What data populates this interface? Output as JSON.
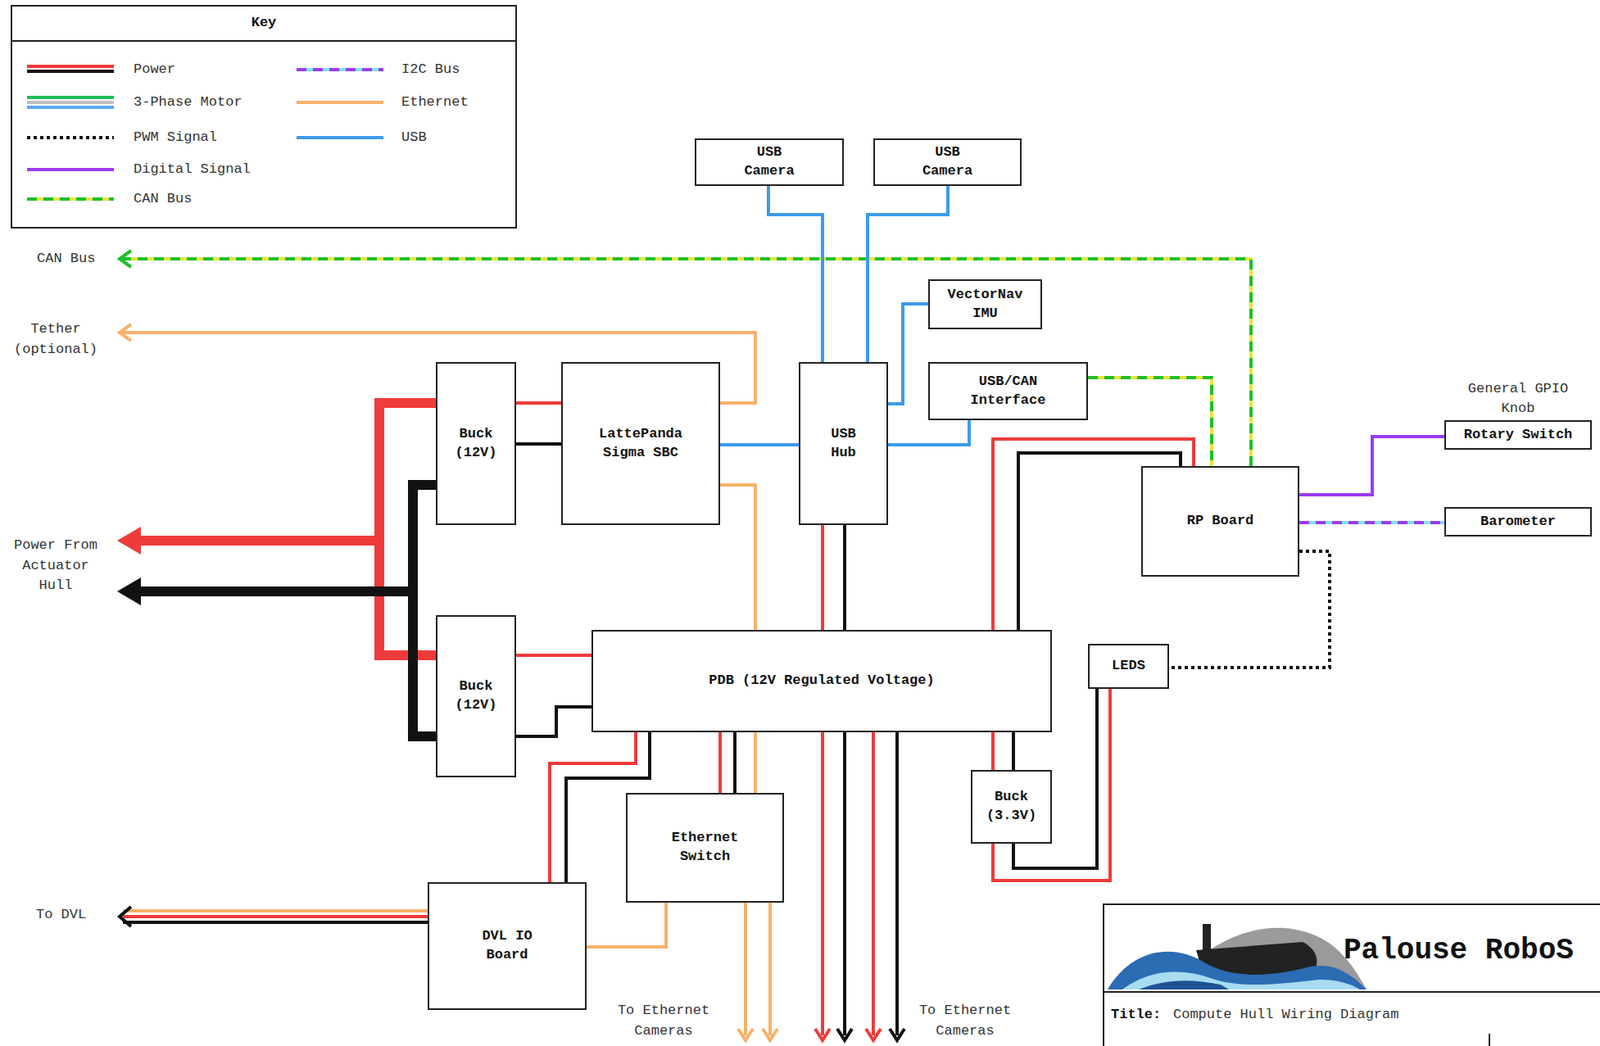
{
  "diagram": {
    "title": "Compute Hull Wiring Diagram",
    "nodes": [
      {
        "text": [
          "USB Camera"
        ]
      },
      {
        "text": [
          "USB Camera"
        ]
      },
      {
        "text": [
          "VectorNav IMU"
        ]
      },
      {
        "text": [
          "Buck (12V)"
        ]
      },
      {
        "text": [
          "LattePanda Sigma SBC"
        ]
      },
      {
        "text": [
          "USB Hub"
        ]
      },
      {
        "text": [
          "USB/CAN Interface"
        ]
      },
      {
        "text": [
          "General GPIO Knob",
          "Rotary Switch"
        ]
      },
      {
        "text": [
          "RP Board"
        ]
      },
      {
        "text": [
          "Barometer"
        ]
      },
      {
        "text": [
          "LEDS"
        ]
      },
      {
        "text": [
          "Buck (12V)"
        ]
      },
      {
        "text": [
          "PDB (12V Regulated Voltage)"
        ]
      },
      {
        "text": [
          "Buck (3.3V)"
        ]
      },
      {
        "text": [
          "Ethernet Switch"
        ]
      },
      {
        "text": [
          "DVL IO Board"
        ]
      }
    ],
    "edges": [
      {
        "from": 0,
        "to": 5,
        "arrow": "none"
      },
      {
        "from": 1,
        "to": 5,
        "arrow": "none"
      },
      {
        "from": 2,
        "to": 5,
        "arrow": "none"
      },
      {
        "from": 4,
        "to": 5,
        "arrow": "none"
      },
      {
        "from": 6,
        "to": 5,
        "arrow": "none"
      },
      {
        "from": 6,
        "to": 8,
        "arrow": "none"
      },
      {
        "from": 3,
        "to": 4,
        "arrow": "none"
      },
      {
        "from": 11,
        "to": 12,
        "arrow": "none"
      },
      {
        "from": 12,
        "to": 5,
        "arrow": "none"
      },
      {
        "from": 12,
        "to": 8,
        "arrow": "none"
      },
      {
        "from": 4,
        "to": 14,
        "arrow": "none"
      },
      {
        "from": 12,
        "to": 14,
        "arrow": "none"
      },
      {
        "from": 14,
        "to": 15,
        "arrow": "none"
      },
      {
        "from": 12,
        "to": 15,
        "arrow": "none"
      },
      {
        "from": 12,
        "to": 13,
        "arrow": "none"
      },
      {
        "from": 13,
        "to": 10,
        "arrow": "none"
      },
      {
        "from": 8,
        "to": 10,
        "arrow": "none"
      },
      {
        "from": 8,
        "to": 7,
        "arrow": "none"
      },
      {
        "from": 8,
        "to": 9,
        "arrow": "none"
      }
    ],
    "labels": [
      "Key",
      "CAN Bus",
      "Tether (optional)",
      "Power From Actuator Hull",
      "To DVL",
      "To Ethernet Cameras",
      "To Ethernet Cameras",
      "Palouse RoboS",
      "Title:"
    ],
    "legend": [
      {
        "text": "Power"
      },
      {
        "text": "3-Phase Motor"
      },
      {
        "text": "PWM Signal"
      },
      {
        "text": "Digital Signal",
        "color": "#9a3cf0"
      },
      {
        "text": "CAN Bus"
      },
      {
        "text": "I2C Bus"
      },
      {
        "text": "Ethernet",
        "color": "#f7b26a"
      },
      {
        "text": "USB",
        "color": "#3d9be9"
      }
    ]
  }
}
